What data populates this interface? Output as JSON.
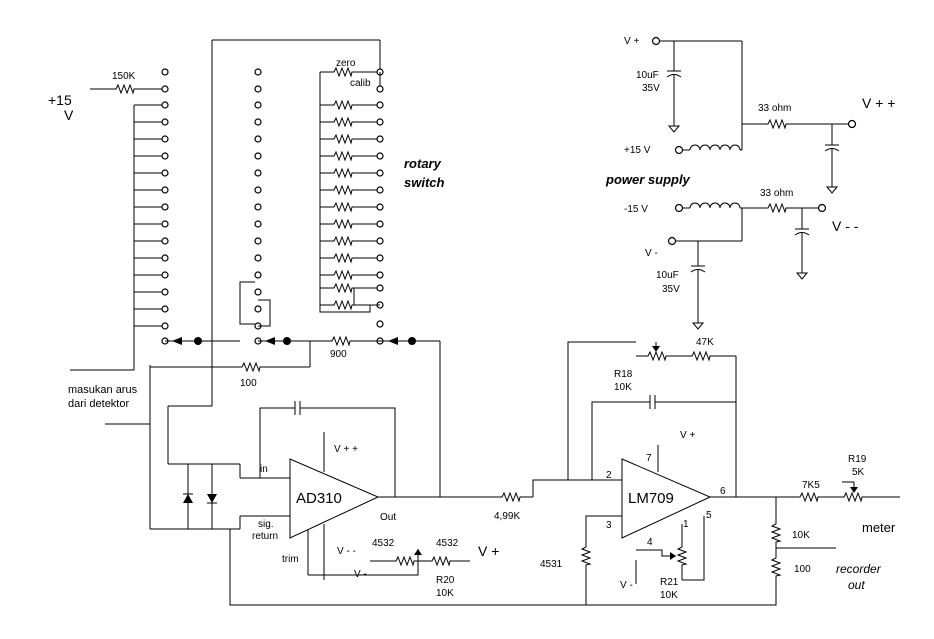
{
  "labels": {
    "plus15": "+15",
    "plus15_unit": "V",
    "r150k": "150K",
    "zero": "zero",
    "calib": "calib",
    "rotary1": "rotary",
    "rotary2": "switch",
    "power_supply": "power supply",
    "vplus_top": "V +",
    "cap1_val": "10uF",
    "cap1_v": "35V",
    "plus15v": "+15 V",
    "ohm33_a": "33 ohm",
    "vpp": "V + +",
    "minus15v": "-15 V",
    "ohm33_b": "33 ohm",
    "vmm_out": "V - -",
    "vminus_mid": "V -",
    "cap2_val": "10uF",
    "cap2_v": "35V",
    "r47k": "47K",
    "r18a": "R18",
    "r18b": "10K",
    "r900": "900",
    "r100a": "100",
    "masukan1": "masukan arus",
    "masukan2": "dari detektor",
    "in": "in",
    "sig1": "sig.",
    "sig2": "return",
    "trim": "trim",
    "ad310": "AD310",
    "out": "Out",
    "vpp2": "V + +",
    "vmm2": "V - -",
    "r4532a": "4532",
    "r4532b": "4532",
    "vplus_b": "V +",
    "vminus_b": "V -",
    "r20a": "R20",
    "r20b": "10K",
    "r499": "4,99K",
    "lm709": "LM709",
    "vplus_c": "V +",
    "pin7": "7",
    "pin2": "2",
    "pin3": "3",
    "pin6": "6",
    "pin1": "1",
    "pin5": "5",
    "pin4": "4",
    "r4531": "4531",
    "vminus_c": "V -",
    "r21a": "R21",
    "r21b": "10K",
    "r7k5": "7K5",
    "r19a": "R19",
    "r19b": "5K",
    "meter": "meter",
    "r10k": "10K",
    "r100b": "100",
    "rec1": "recorder",
    "rec2": "out"
  }
}
